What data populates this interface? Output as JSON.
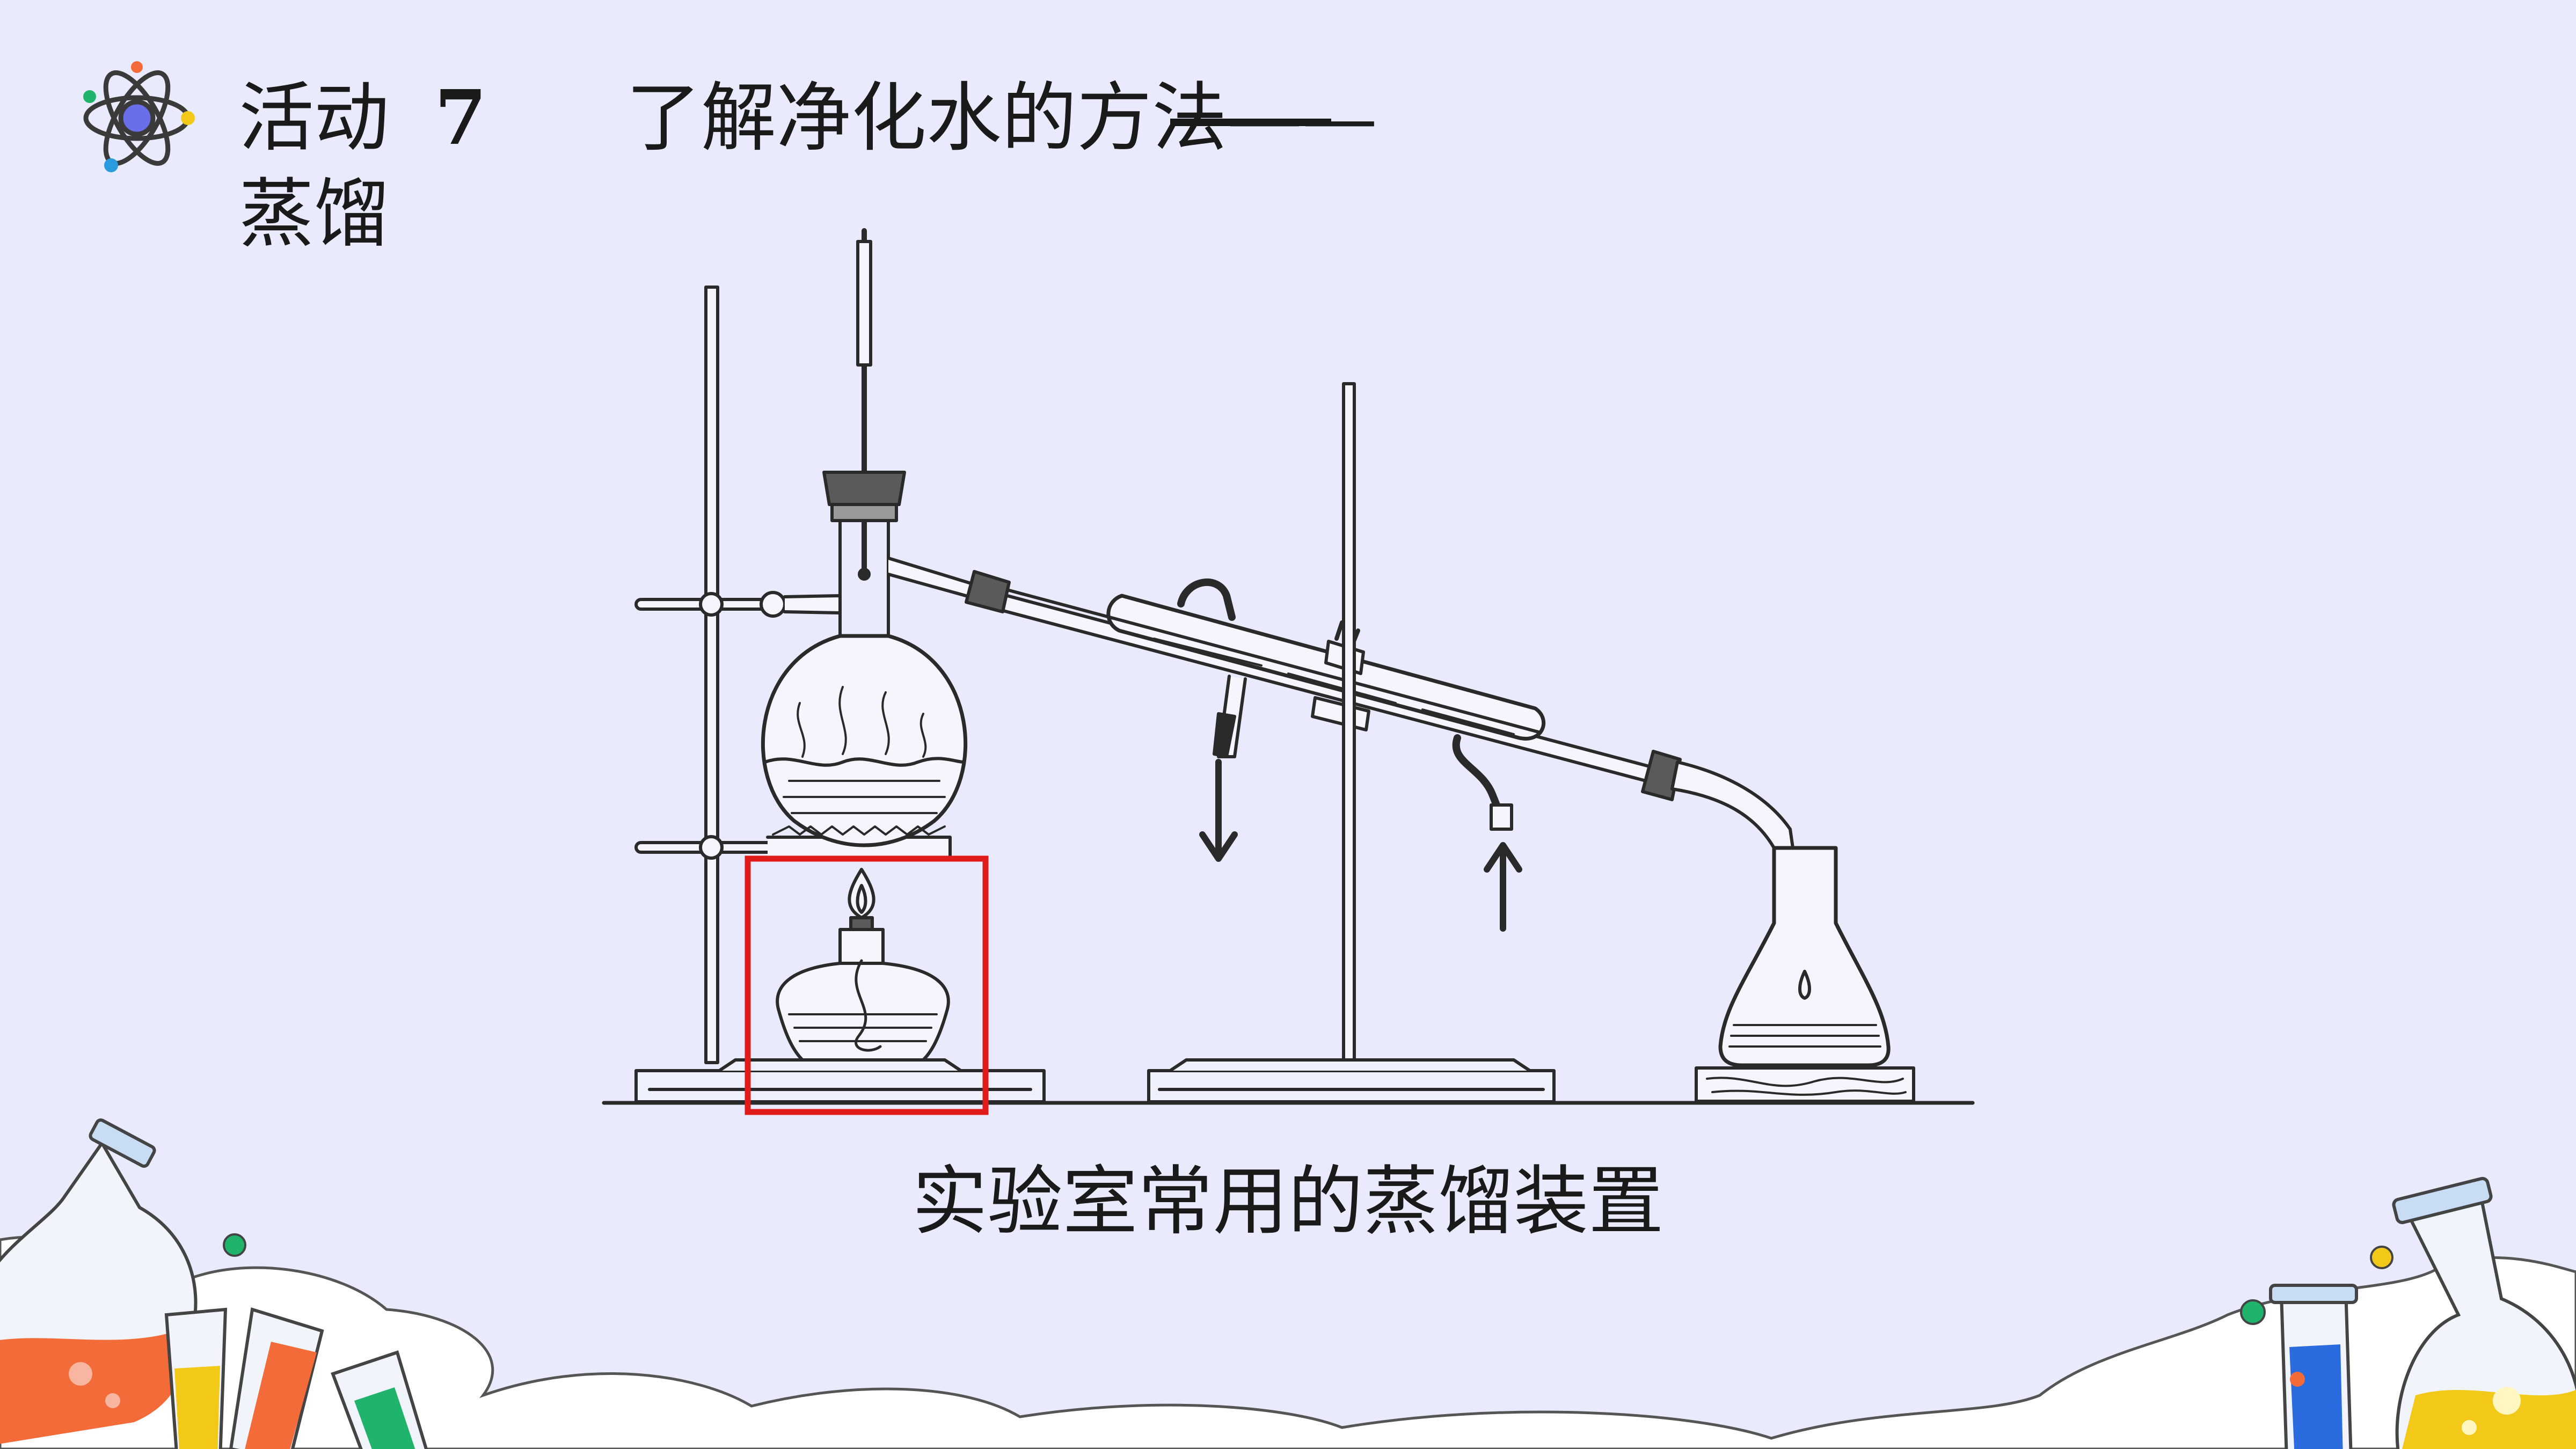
{
  "title": {
    "prefix": "活动",
    "number": "7",
    "main": "了解净化水的方法——",
    "sub": "蒸馏"
  },
  "caption": "实验室常用的蒸馏装置",
  "icons": {
    "logo": "atom-icon",
    "highlight": "red-highlight-box"
  },
  "colors": {
    "background": "#e9eafb",
    "ink": "#1a1a1a",
    "highlight": "#e01b1b",
    "orange": "#f26b38",
    "yellow": "#f2c918",
    "green": "#1fb36b",
    "blue": "#2b6be0",
    "glass": "#c8dcf4",
    "logo_blue": "#6a6ee8"
  }
}
